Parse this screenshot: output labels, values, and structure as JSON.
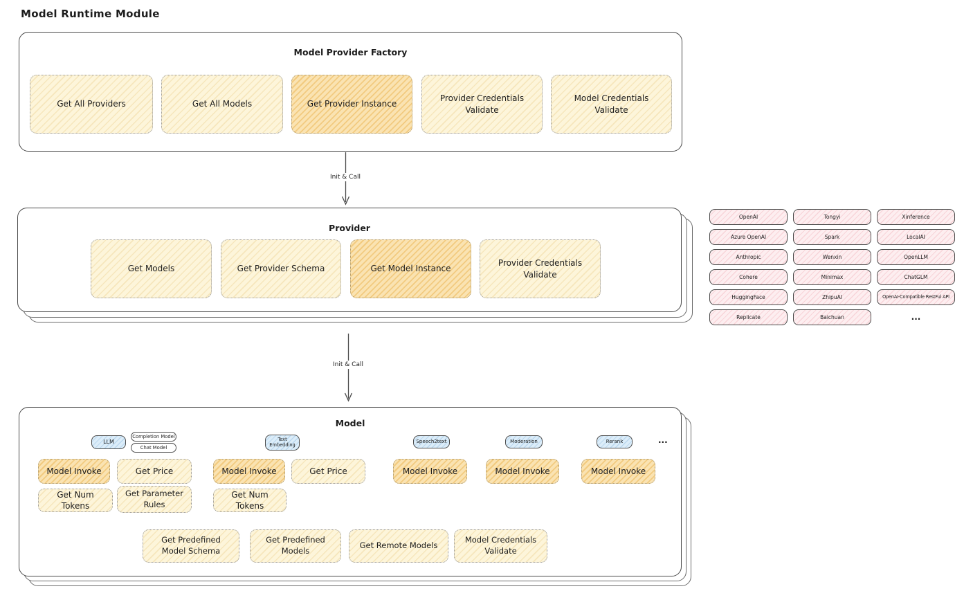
{
  "page_title": "Model Runtime Module",
  "factory": {
    "title": "Model Provider Factory",
    "items": [
      {
        "label": "Get All Providers",
        "highlight": false
      },
      {
        "label": "Get All Models",
        "highlight": false
      },
      {
        "label": "Get Provider Instance",
        "highlight": true
      },
      {
        "label": "Provider Credentials Validate",
        "highlight": false
      },
      {
        "label": "Model Credentials Validate",
        "highlight": false
      }
    ]
  },
  "arrow1": {
    "label": "Init & Call"
  },
  "arrow2": {
    "label": "Init & Call"
  },
  "provider": {
    "title": "Provider",
    "items": [
      {
        "label": "Get Models",
        "highlight": false
      },
      {
        "label": "Get Provider Schema",
        "highlight": false
      },
      {
        "label": "Get Model Instance",
        "highlight": true
      },
      {
        "label": "Provider Credentials Validate",
        "highlight": false
      }
    ]
  },
  "providers_list": {
    "col1": [
      "OpenAI",
      "Azure OpenAI",
      "Anthropic",
      "Cohere",
      "HuggingFace",
      "Replicate"
    ],
    "col2": [
      "Tongyi",
      "Spark",
      "Wenxin",
      "Minimax",
      "ZhipuAI",
      "Baichuan"
    ],
    "col3": [
      "Xinference",
      "LocalAI",
      "OpenLLM",
      "ChatGLM",
      "OpenAI-Compatible RestFul API"
    ],
    "ellipsis": "..."
  },
  "model": {
    "title": "Model",
    "tabs": {
      "llm": "LLM",
      "completion": "Completion Model",
      "chat": "Chat Model",
      "text_embedding": "Text Embedding",
      "speech2text": "Speech2text",
      "moderation": "Moderation",
      "rerank": "Rerank",
      "ellipsis": "..."
    },
    "ops": {
      "model_invoke": "Model Invoke",
      "get_price": "Get Price",
      "get_num_tokens": "Get Num Tokens",
      "get_parameter_rules": "Get Parameter Rules"
    },
    "bottom": [
      "Get Predefined Model Schema",
      "Get Predefined Models",
      "Get Remote Models",
      "Model Credentials Validate"
    ]
  },
  "colors": {
    "cream_fill": "#fdf5da",
    "cream_hatch": "#e6c476",
    "orange_fill": "#fae3b2",
    "orange_hatch": "#e8a83a",
    "pink_fill": "#fdeef0",
    "pink_hatch": "#ec9ea8",
    "blue_fill": "#dcedf9",
    "stroke": "#484848"
  }
}
